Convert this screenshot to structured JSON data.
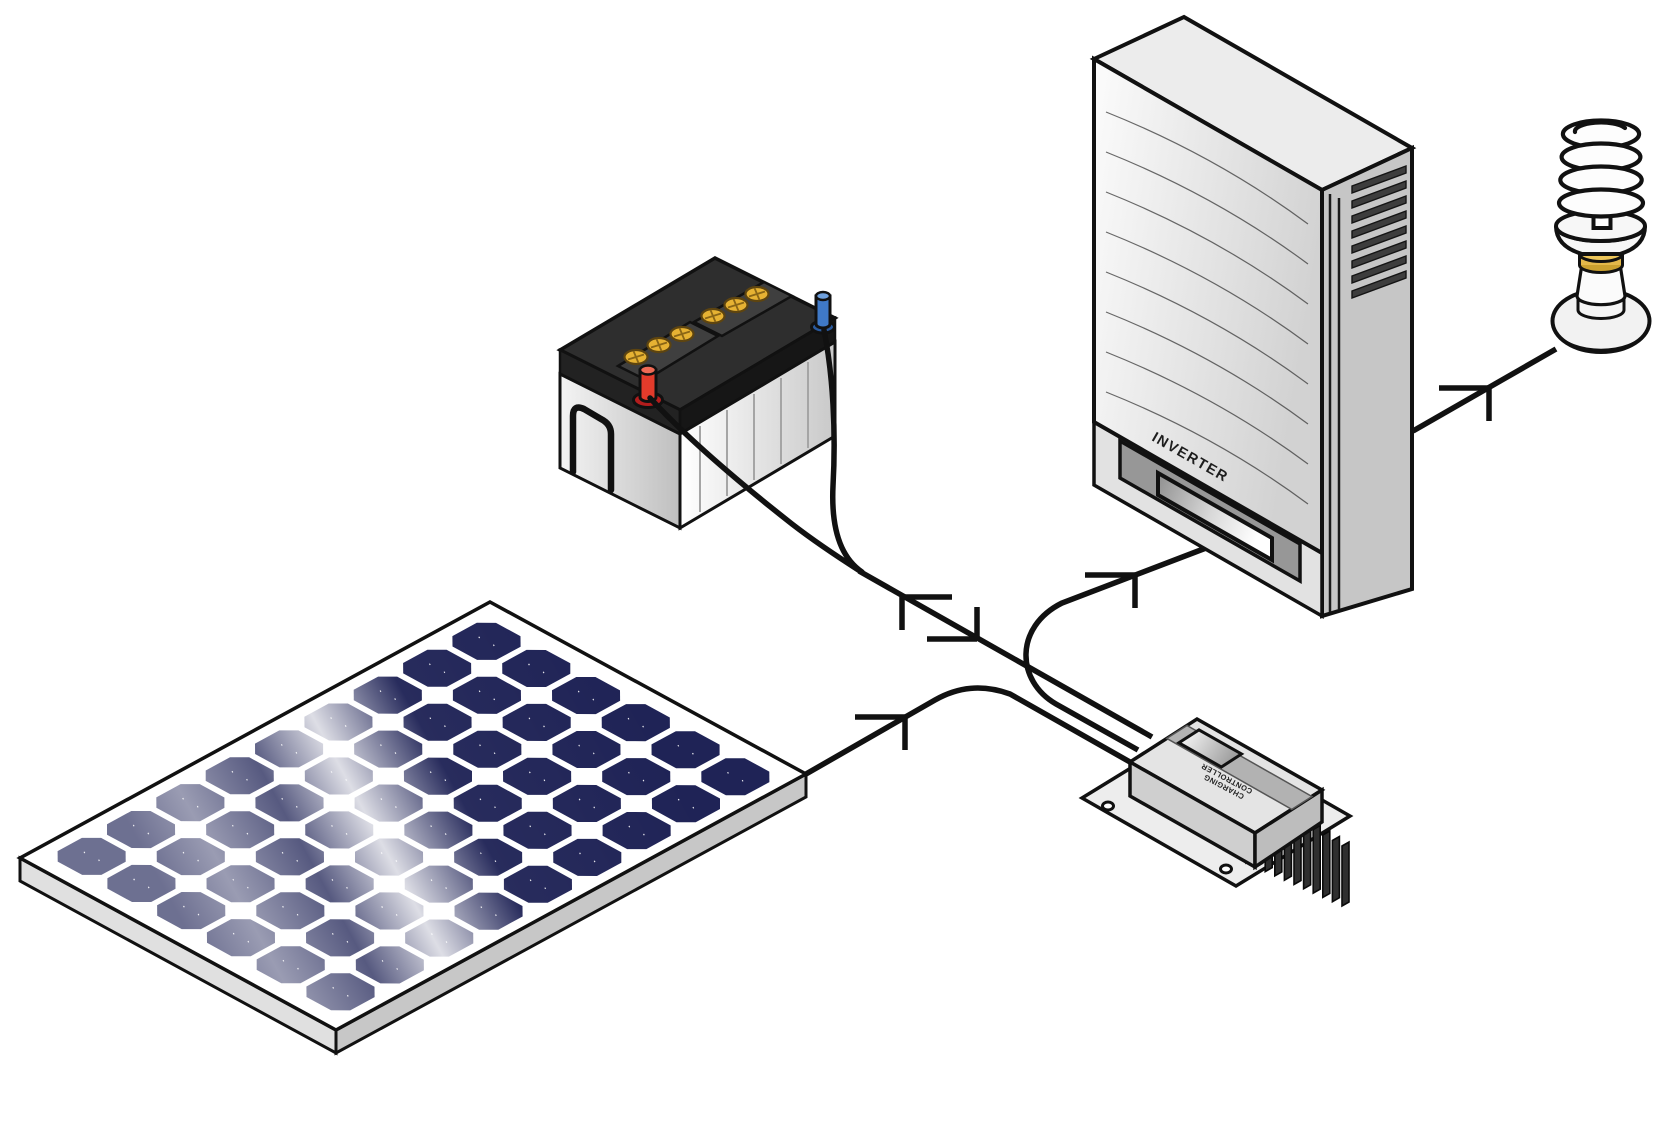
{
  "diagram": {
    "title_present": false,
    "background": "#ffffff",
    "line_color": "#111111"
  },
  "labels": {
    "inverter": "INVERTER",
    "controller_line1": "CHARGING",
    "controller_line2": "CONTROLLER"
  },
  "components": {
    "solar_panel": {
      "name": "solar-panel",
      "rows": 9,
      "cols": 6,
      "cell_color": "#1f2356",
      "frame_color": "#ffffff"
    },
    "battery": {
      "name": "battery",
      "cap_count": 6,
      "cap_color": "#e6b233",
      "positive_terminal_color": "#e33b2b",
      "negative_terminal_color": "#3f79c7"
    },
    "charge_controller": {
      "name": "charge-controller",
      "fin_count": 11
    },
    "inverter": {
      "name": "inverter",
      "louver_count": 8,
      "ridge_line_count": 8
    },
    "bulb": {
      "name": "cfl-bulb",
      "coil_turns": 4,
      "ring_color": "#e3b84a"
    }
  },
  "wires": {
    "color": "#111111",
    "connections": [
      {
        "from": "solar-panel",
        "to": "charge-controller",
        "direction": "one-way"
      },
      {
        "from": "battery",
        "to": "charge-controller",
        "direction": "two-way"
      },
      {
        "from": "charge-controller",
        "to": "inverter",
        "direction": "one-way"
      },
      {
        "from": "inverter",
        "to": "cfl-bulb",
        "direction": "one-way"
      }
    ]
  }
}
